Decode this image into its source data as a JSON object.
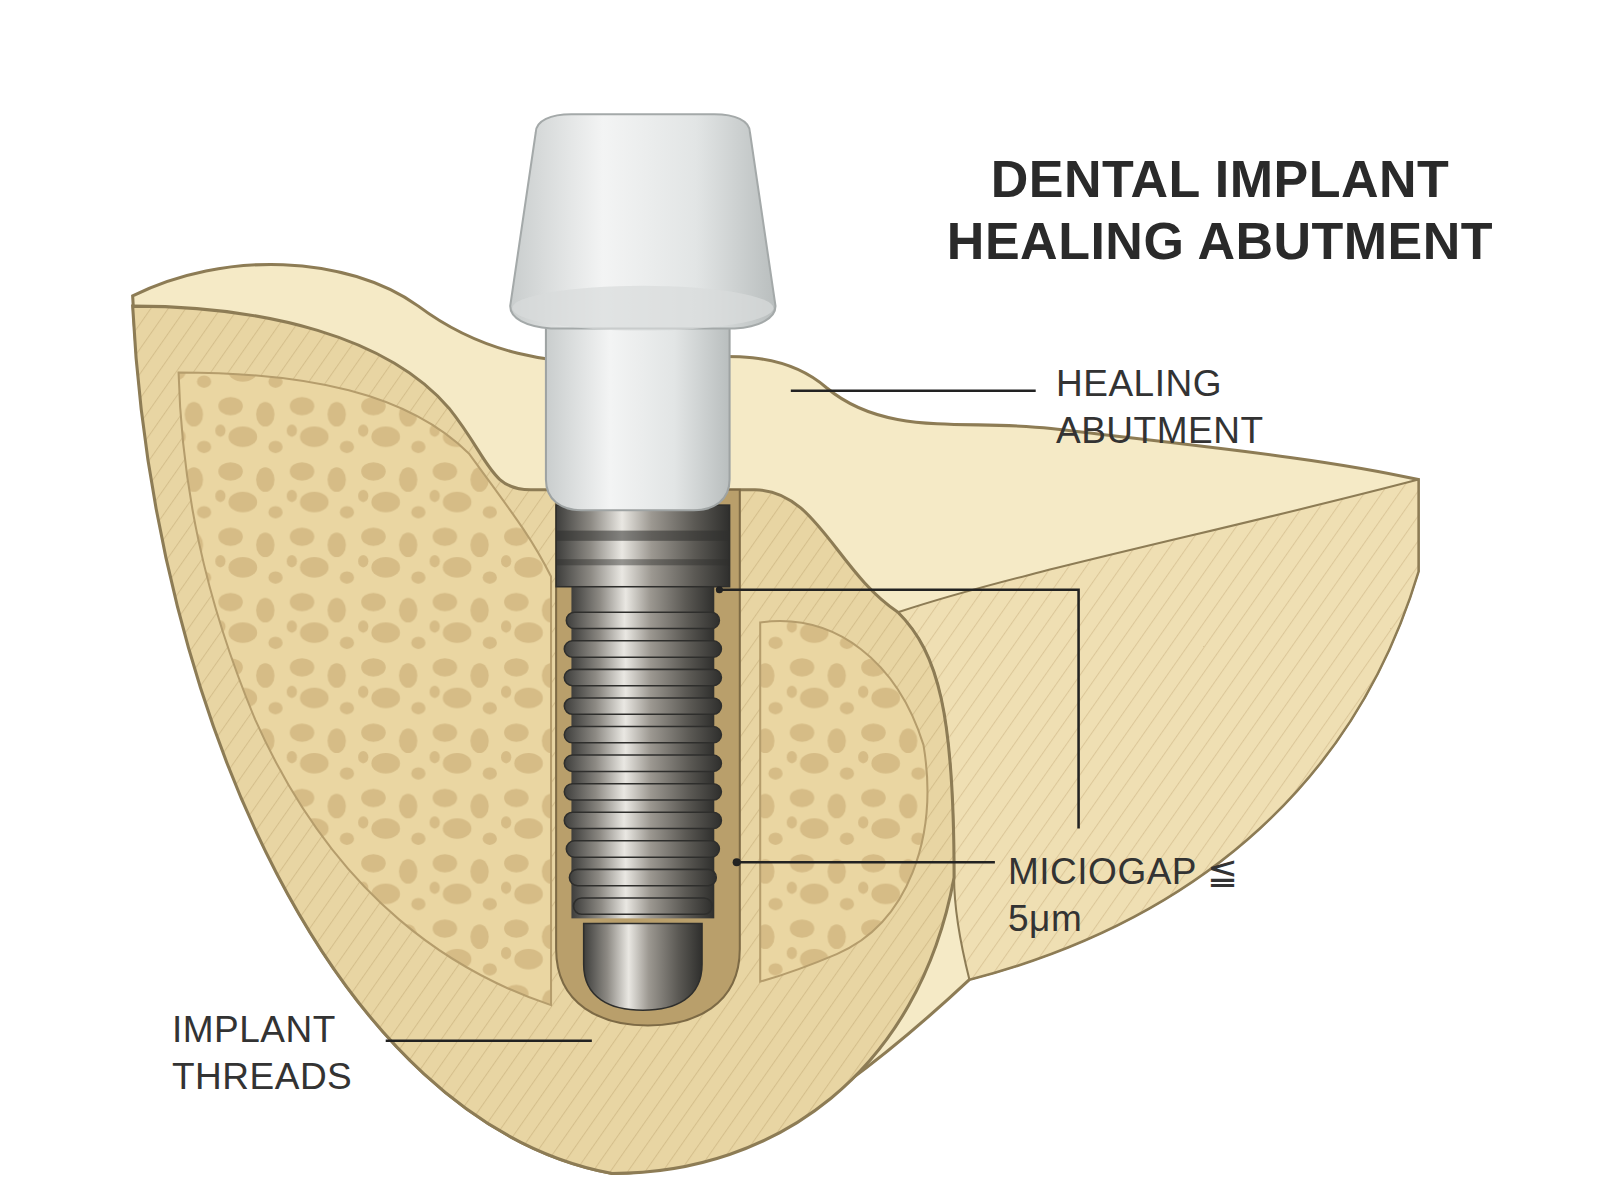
{
  "diagram": {
    "title": "DENTAL IMPLANT HEALING ABUTMENT",
    "labels": [
      "HEALING ABUTMENT",
      "MICIOGAP ≦ 5μm",
      "IMPLANT THREADS"
    ]
  }
}
